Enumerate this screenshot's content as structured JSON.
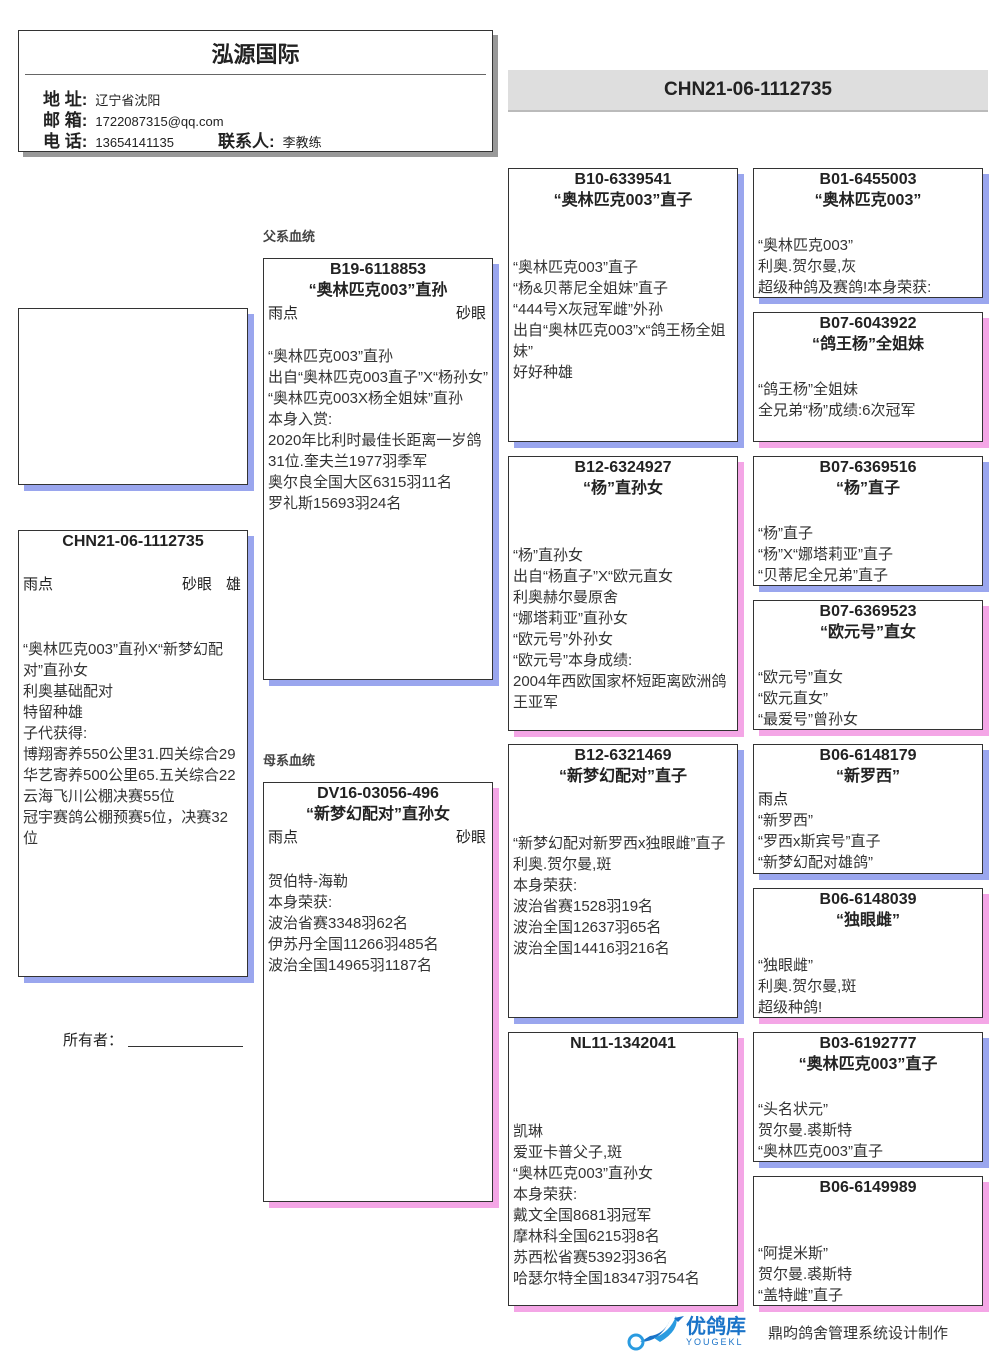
{
  "header": {
    "title": "泓源国际",
    "address_label": "地 址:",
    "address": "辽宁省沈阳",
    "email_label": "邮 箱:",
    "email": "1722087315@qq.com",
    "phone_label": "电 话:",
    "phone": "13654141135",
    "contact_label": "联系人:",
    "contact": "李教练"
  },
  "banner": "CHN21-06-1112735",
  "sire_label": "父系血统",
  "dam_label": "母系血统",
  "owner_label": "所有者：",
  "footer": {
    "logo_cn": "优鸽库",
    "logo_en": "YOUGEKL",
    "credit": "鼎昀鸽舍管理系统设计制作"
  },
  "colors": {
    "male_shadow": "#9aa6ee",
    "female_shadow": "#f4a6e6"
  },
  "birds": [
    {
      "ring": "CHN21-06-1112735",
      "name": "",
      "color": "雨点",
      "eye": "砂眼",
      "sex": "雄",
      "gender": "m",
      "lines": [
        "“奥林匹克003”直孙X“新梦幻配对”直孙女",
        "利奥基础配对",
        "特留种雄",
        "子代获得:",
        "博翔寄养550公里31.四关综合29",
        "华艺寄养500公里65.五关综合22",
        "云海飞川公棚决赛55位",
        "冠宇赛鸽公棚预赛5位，决赛32位"
      ]
    },
    {
      "ring": "B19-6118853",
      "name": "“奥林匹克003”直孙",
      "color": "雨点",
      "eye": "砂眼",
      "gender": "m",
      "lines": [
        "“奥林匹克003”直孙",
        "出自“奥林匹克003直子”X“杨孙女”",
        "“奥林匹克003X杨全姐妹”直孙",
        "本身入赏:",
        "2020年比利时最佳长距离一岁鸽31位.奎夫兰1977羽季军",
        "奥尔良全国大区6315羽11名",
        "罗礼斯15693羽24名"
      ]
    },
    {
      "ring": "DV16-03056-496",
      "name": "“新梦幻配对”直孙女",
      "color": "雨点",
      "eye": "砂眼",
      "gender": "f",
      "lines": [
        "贺伯特-海勒",
        "本身荣获:",
        "波治省赛3348羽62名",
        "伊苏丹全国11266羽485名",
        "波治全国14965羽1187名"
      ]
    },
    {
      "ring": "B10-6339541",
      "name": "“奥林匹克003”直子",
      "gender": "m",
      "lines": [
        "“奥林匹克003”直子",
        "“杨&贝蒂尼全姐妹”直子",
        "“444号X灰冠军雌”外孙",
        "出自“奥林匹克003”x“鸽王杨全姐妹”",
        "好好种雄"
      ]
    },
    {
      "ring": "B12-6324927",
      "name": "“杨”直孙女",
      "gender": "f",
      "lines": [
        "“杨”直孙女",
        "出自“杨直子”X“欧元直女",
        "利奥赫尔曼原舍",
        "“娜塔莉亚”直孙女",
        "“欧元号”外孙女",
        "“欧元号”本身成绩:",
        "2004年西欧国家杯短距离欧洲鸽王亚军"
      ]
    },
    {
      "ring": "B12-6321469",
      "name": "“新梦幻配对”直子",
      "gender": "m",
      "lines": [
        "“新梦幻配对新罗西x独眼雌”直子",
        "利奥.贺尔曼,斑",
        "本身荣获:",
        "波治省赛1528羽19名",
        "波治全国12637羽65名",
        "波治全国14416羽216名"
      ]
    },
    {
      "ring": "NL11-1342041",
      "name": "",
      "gender": "f",
      "lines": [
        "凯琳",
        "爱亚卡普父子,斑",
        "“奥林匹克003”直孙女",
        "本身荣获:",
        "戴文全国8681羽冠军",
        "摩林科全国6215羽8名",
        "苏西松省赛5392羽36名",
        "哈瑟尔特全国18347羽754名"
      ]
    },
    {
      "ring": "B01-6455003",
      "name": "“奥林匹克003”",
      "gender": "m",
      "lines": [
        "“奥林匹克003”",
        "利奥.贺尔曼,灰",
        "超级种鸽及赛鸽!本身荣获:"
      ]
    },
    {
      "ring": "B07-6043922",
      "name": "“鸽王杨”全姐妹",
      "gender": "f",
      "lines": [
        "“鸽王杨”全姐妹",
        "全兄弟“杨”成绩:6次冠军"
      ]
    },
    {
      "ring": "B07-6369516",
      "name": "“杨”直子",
      "gender": "m",
      "lines": [
        "“杨”直子",
        "“杨”X“娜塔莉亚”直子",
        "“贝蒂尼全兄弟”直子"
      ]
    },
    {
      "ring": "B07-6369523",
      "name": "“欧元号”直女",
      "gender": "f",
      "lines": [
        "“欧元号”直女",
        "“欧元直女”",
        "“最爱号”曾孙女"
      ]
    },
    {
      "ring": "B06-6148179",
      "name": "“新罗西”",
      "color": "雨点",
      "gender": "m",
      "lines": [
        "“新罗西”",
        "“罗西x斯宾号”直子",
        "“新梦幻配对雄鸽”"
      ]
    },
    {
      "ring": "B06-6148039",
      "name": "“独眼雌”",
      "gender": "f",
      "lines": [
        "“独眼雌”",
        "利奥.贺尔曼,斑",
        "超级种鸽!"
      ]
    },
    {
      "ring": "B03-6192777",
      "name": "“奥林匹克003”直子",
      "gender": "m",
      "lines": [
        "“头名状元”",
        "贺尔曼.裘斯特",
        "“奥林匹克003”直子"
      ]
    },
    {
      "ring": "B06-6149989",
      "name": "",
      "gender": "f",
      "lines": [
        "“阿提米斯”",
        "贺尔曼.裘斯特",
        "“盖特雌”直子"
      ]
    }
  ]
}
